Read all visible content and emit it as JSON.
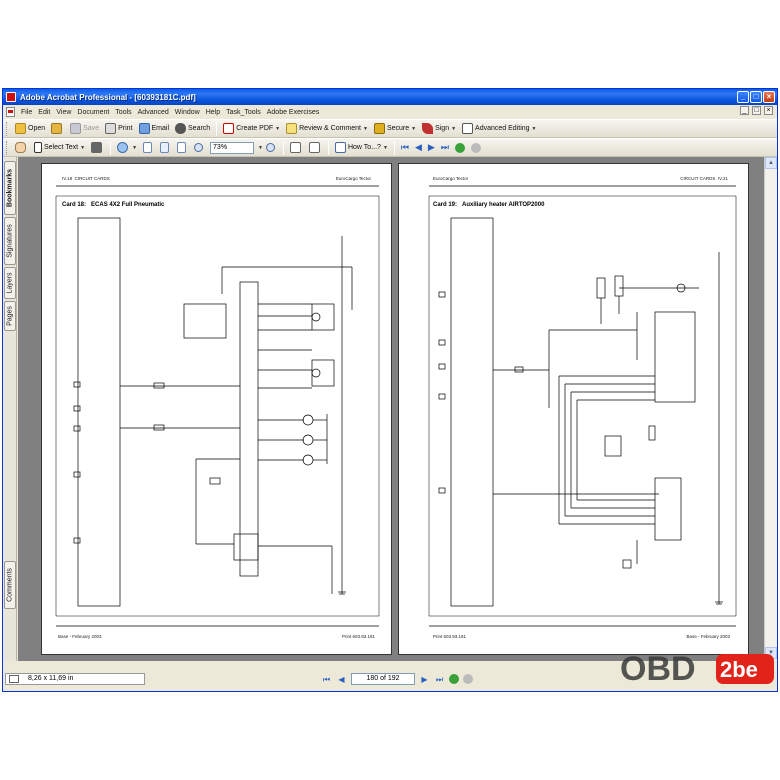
{
  "window": {
    "title": "Adobe Acrobat Professional - [60393181C.pdf]"
  },
  "menu": {
    "items": [
      "File",
      "Edit",
      "View",
      "Document",
      "Tools",
      "Advanced",
      "Window",
      "Help",
      "Task_Tools",
      "Adobe Exercises"
    ]
  },
  "toolbar1": {
    "open": "Open",
    "save": "Save",
    "print": "Print",
    "email": "Email",
    "search": "Search",
    "create_pdf": "Create PDF",
    "review": "Review & Comment",
    "secure": "Secure",
    "sign": "Sign",
    "advanced_editing": "Advanced Editing"
  },
  "toolbar2": {
    "select_text": "Select Text",
    "zoom": "73%",
    "how_to": "How To...?"
  },
  "nav_tabs": {
    "bookmarks": "Bookmarks",
    "signatures": "Signatures",
    "layers": "Layers",
    "pages": "Pages",
    "comments": "Comments"
  },
  "left_page": {
    "page_no": "IV.18",
    "section": "CIRCUIT CARDS",
    "header_right": "EuroCargo Tector",
    "card_label": "Card 18:",
    "card_title": "ECAS 4X2 Full Pneumatic",
    "footer_left": "Base - February 2003",
    "footer_right": "Print 603.93.181"
  },
  "right_page": {
    "page_no": "IV.21",
    "section": "CIRCUIT CARDS",
    "header_left": "EuroCargo Tector",
    "card_label": "Card 19:",
    "card_title": "Auxiliary heater AIRTOP2000",
    "footer_left": "Print 603.93.181",
    "footer_right": "Base - February 2003"
  },
  "status": {
    "page_size": "8,26 x 11,69 in",
    "page_indicator": "180 of 192"
  },
  "watermark": {
    "text_left": "OBD",
    "text_right": "2be"
  },
  "colors": {
    "titlebar": "#0a5ee8",
    "chrome": "#ece9d8",
    "doc_background": "#808080",
    "watermark_red": "#e2231a"
  }
}
